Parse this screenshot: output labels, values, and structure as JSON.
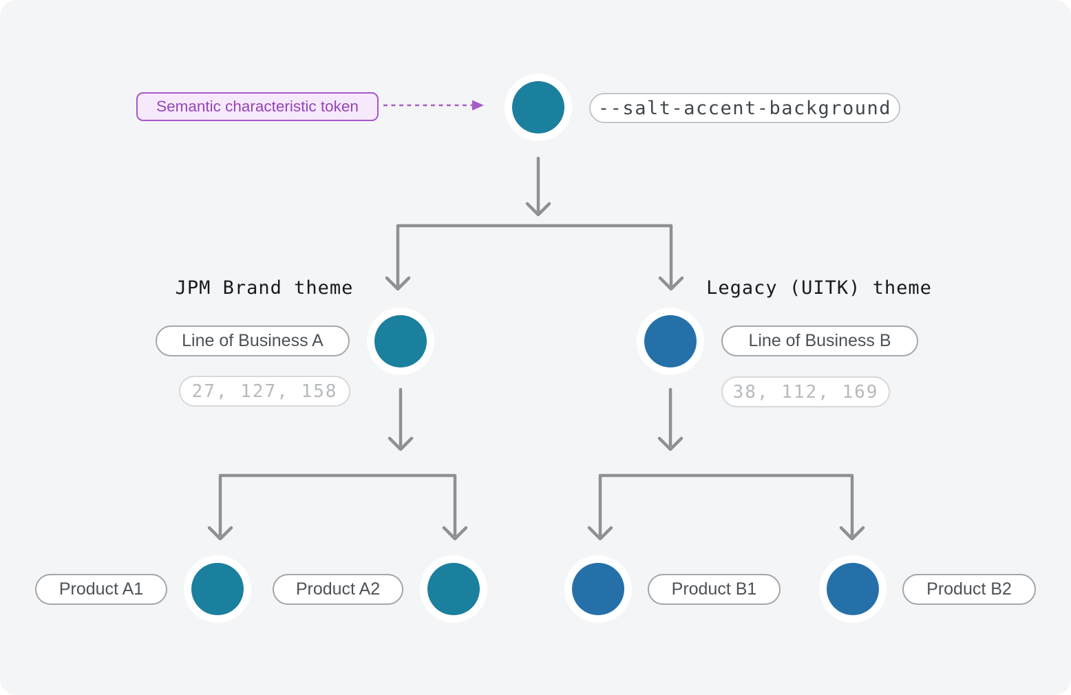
{
  "colors": {
    "canvas_bg": "#F4F5F7",
    "teal": "#1B7F9E",
    "blue": "#2670A9",
    "purple": "#A55CC6",
    "line_gray": "#8E9093"
  },
  "annotation": {
    "label": "Semantic characteristic token"
  },
  "root": {
    "token": "--salt-accent-background",
    "color": "#1B7F9E"
  },
  "themes": [
    {
      "title": "JPM Brand theme",
      "business": "Line of Business A",
      "rgb": "27, 127, 158",
      "color": "#1B7F9E",
      "products": [
        {
          "label": "Product A1"
        },
        {
          "label": "Product A2"
        }
      ]
    },
    {
      "title": "Legacy (UITK) theme",
      "business": "Line of Business B",
      "rgb": "38, 112, 169",
      "color": "#2670A9",
      "products": [
        {
          "label": "Product B1"
        },
        {
          "label": "Product B2"
        }
      ]
    }
  ]
}
